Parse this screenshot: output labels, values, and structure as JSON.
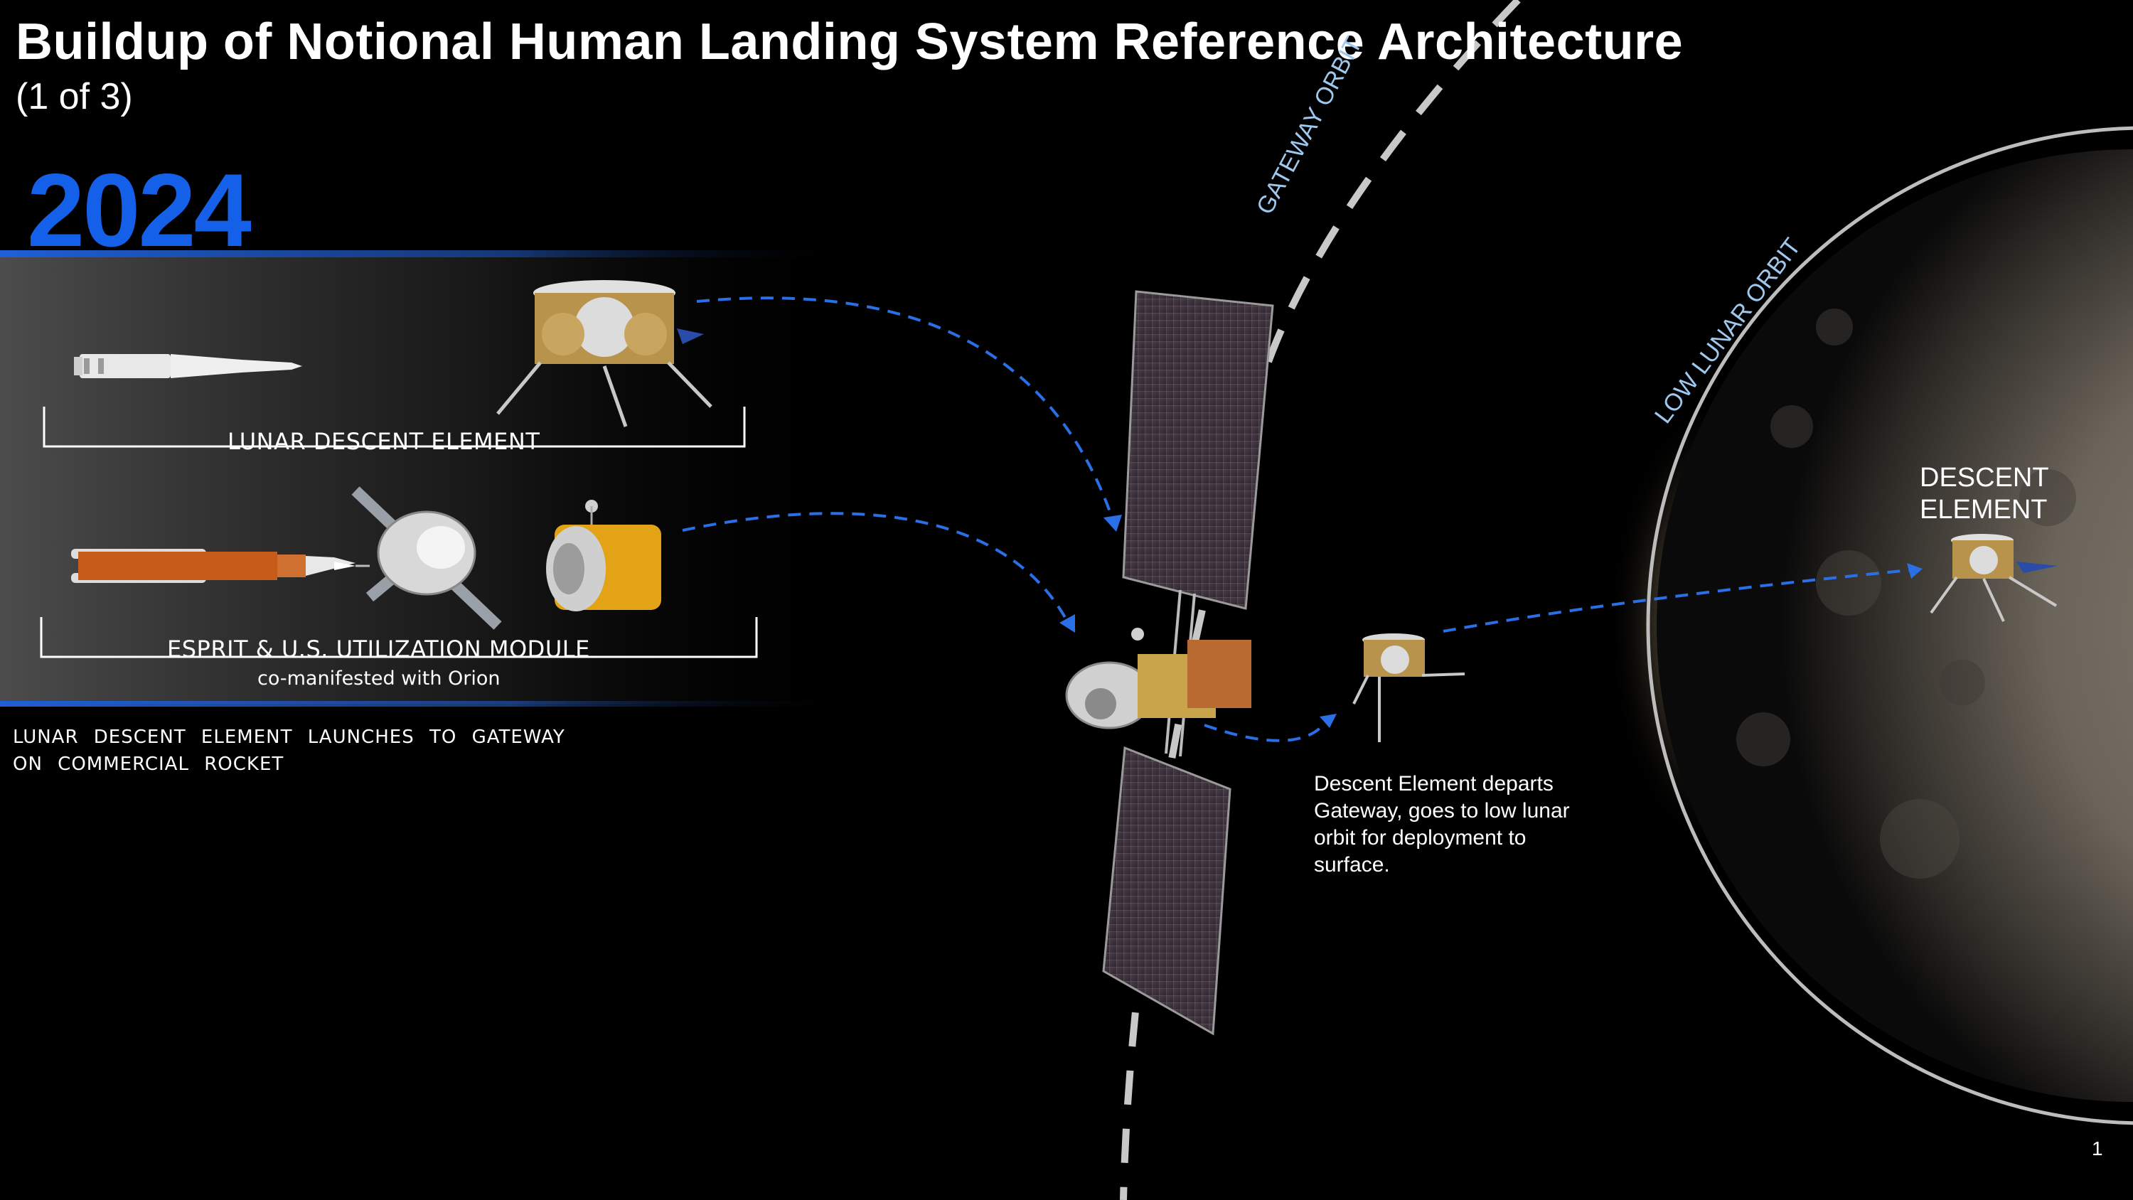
{
  "header": {
    "title": "Buildup of Notional Human Landing System Reference Architecture",
    "subtitle": "(1 of 3)",
    "year": "2024"
  },
  "panel": {
    "lunar_descent_label": "LUNAR  DESCENT ELEMENT",
    "esprit_label": "ESPRIT  & U.S. UTILIZATION  MODULE",
    "comanifest_label": "co-manifested with Orion",
    "caption": "LUNAR DESCENT ELEMENT LAUNCHES TO GATEWAY ON COMMERCIAL ROCKET"
  },
  "orbits": {
    "gateway_orbit_label": "GATEWAY ORBIT",
    "low_lunar_orbit_label": "LOW LUNAR ORBIT"
  },
  "moon": {
    "descent_element_label": "DESCENT ELEMENT"
  },
  "gateway": {
    "departs_note": "Descent Element departs  Gateway, goes to low lunar orbit for deployment to surface."
  },
  "footer": {
    "page_number": "1"
  },
  "colors": {
    "background": "#000000",
    "year_blue": "#1560e8",
    "arrow_blue": "#2a6fe6",
    "orbit_label": "#9ec8ee",
    "panel_rule": "#1f5fd8"
  }
}
